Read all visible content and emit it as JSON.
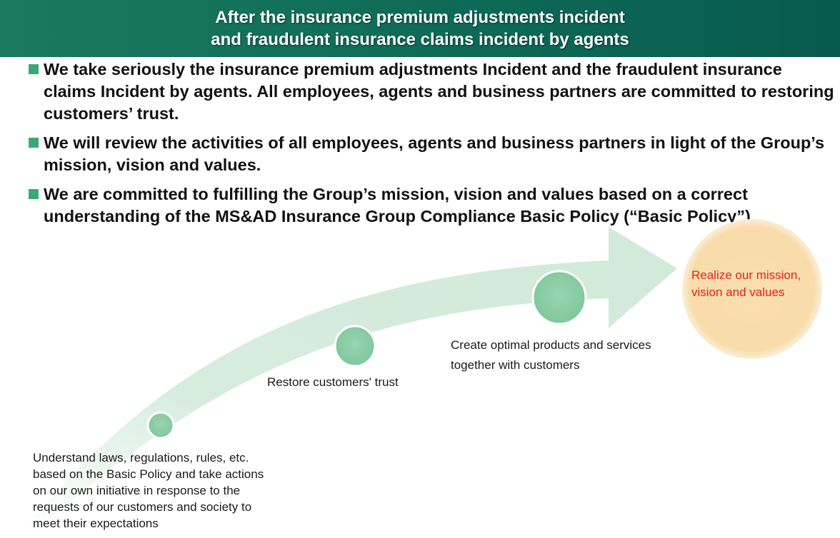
{
  "header": {
    "line1": "After the insurance premium adjustments incident",
    "line2": "and fraudulent insurance claims incident by agents"
  },
  "bullets": [
    "We take seriously the insurance premium adjustments Incident and the fraudulent insurance claims Incident by agents. All employees, agents and business partners are committed to restoring customers’ trust.",
    "We will review the activities of all employees, agents and business partners in light of the Group’s mission, vision and values.",
    "We are committed to fulfilling the Group’s mission, vision and values based on a correct understanding of the MS&AD Insurance Group Compliance Basic Policy (“Basic Policy”)."
  ],
  "steps": {
    "step1": {
      "line1": "Understand laws, regulations, rules, etc.",
      "line2": "based on the Basic Policy and take actions",
      "line3": "on our own initiative in response to the",
      "line4": "requests of our customers and society to",
      "line5": "meet their expectations"
    },
    "step2": {
      "line1": "Restore customers' trust"
    },
    "step3": {
      "line1": "Create optimal products and services",
      "line2": "together with customers"
    },
    "goal": {
      "line1": "Realize our mission,",
      "line2": "vision and values"
    }
  },
  "colors": {
    "header_bg": "#0e6a57",
    "bullet_marker": "#3aa876",
    "arrow_fill": "#d6ecdf",
    "circle_fill": "#8ecfa8",
    "goal_fill": "#f9deb0",
    "goal_text": "#e8201c"
  }
}
